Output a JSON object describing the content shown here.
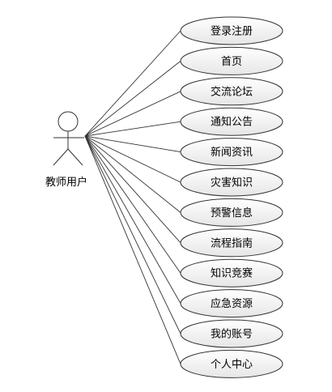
{
  "actor": {
    "name": "教师用户"
  },
  "use_cases": [
    {
      "label": "登录注册"
    },
    {
      "label": "首页"
    },
    {
      "label": "交流论坛"
    },
    {
      "label": "通知公告"
    },
    {
      "label": "新闻资讯"
    },
    {
      "label": "灾害知识"
    },
    {
      "label": "预警信息"
    },
    {
      "label": "流程指南"
    },
    {
      "label": "知识竞赛"
    },
    {
      "label": "应急资源"
    },
    {
      "label": "我的账号"
    },
    {
      "label": "个人中心"
    }
  ],
  "colors": {
    "stroke": "#333333",
    "usecase_fill_top": "#ffffff",
    "usecase_fill_bottom": "#e6e6e6"
  }
}
